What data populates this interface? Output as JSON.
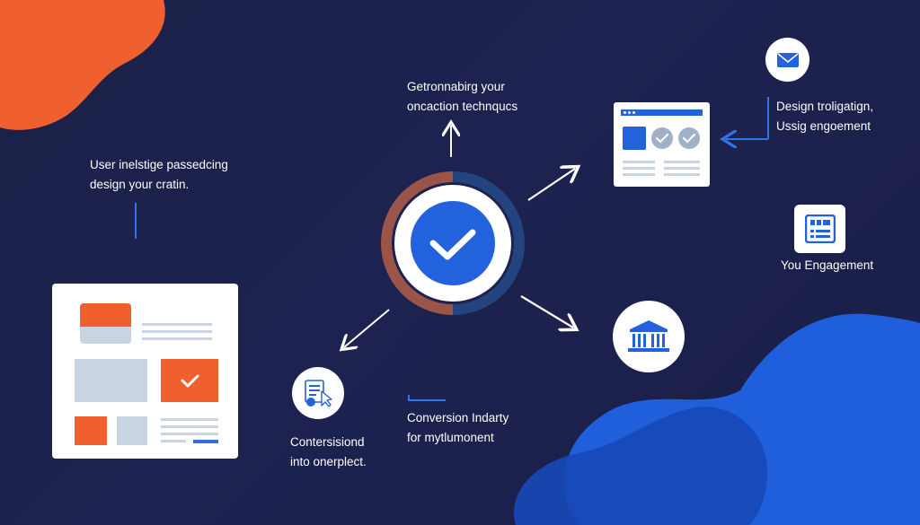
{
  "colors": {
    "background": "#1c2149",
    "accent_orange": "#f0602f",
    "accent_blue": "#2f6fe0",
    "card_gray": "#c9d4e3",
    "ring_rust": "#9a5448",
    "ring_navy": "#24447f"
  },
  "labels": {
    "top_center": {
      "line1": "Getronnabirg your",
      "line2": "oncaction technqucs"
    },
    "left": {
      "line1": "User inelstige passedcing",
      "line2": "design your cratin."
    },
    "right_top": {
      "line1": "Design troligatign,",
      "line2": "Ussig engoement"
    },
    "right_mid": {
      "line1": "You Engagement"
    },
    "bottom_center": {
      "line1": "Conversion Indarty",
      "line2": "for mytlumonent"
    },
    "bottom_left": {
      "line1": "Contersisiond",
      "line2": "into onerplect."
    }
  },
  "icons": {
    "center": "checkmark-icon",
    "top_right": "envelope-icon",
    "right_mid": "dashboard-icon",
    "bottom_right": "bank-building-icon",
    "bottom_left": "document-pointer-icon"
  }
}
